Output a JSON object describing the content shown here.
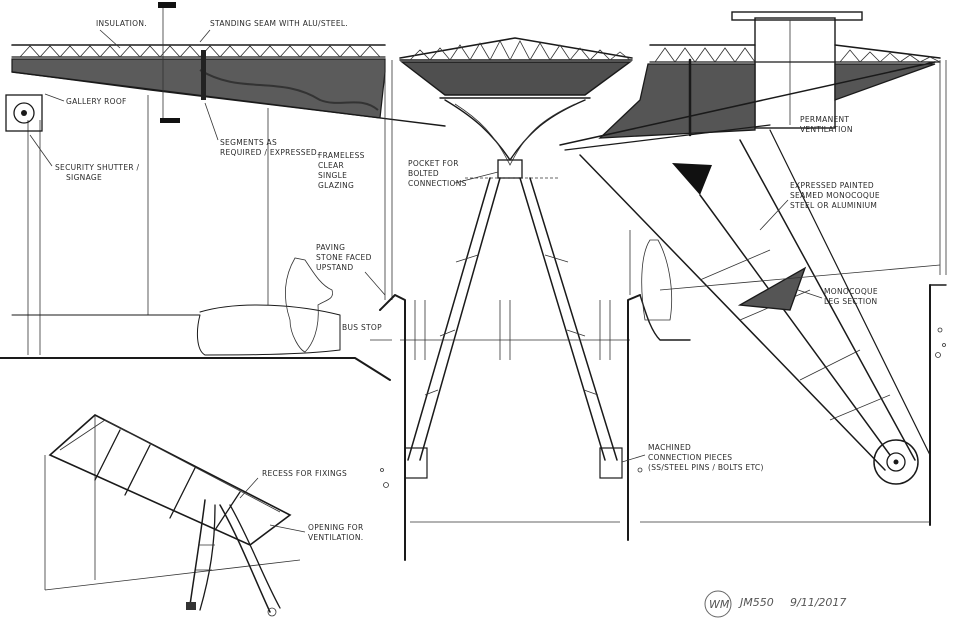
{
  "annotations": {
    "insulation": "INSULATION.",
    "standing_seam": "STANDING SEAM WITH ALU/STEEL.",
    "gallery_roof": "GALLERY ROOF",
    "security_shutter": "SECURITY SHUTTER / SIGNAGE",
    "segments": "SEGMENTS AS REQUIRED / EXPRESSED.",
    "frameless": "FRAMELESS CLEAR SINGLE GLAZING",
    "pocket_bolted": "POCKET FOR BOLTED CONNECTIONS",
    "permanent_ventilation": "PERMANENT VENTILATION",
    "expressed_painted": "EXPRESSED PAINTED SEAMED MONOCOQUE STEEL OR ALUMINIUM",
    "paving_stone": "PAVING STONE FACED UPSTAND",
    "bus_stop": "BUS STOP",
    "monocoque_leg": "MONOCOQUE LEG SECTION",
    "machined_connection": "MACHINED CONNECTION PIECES (SS/STEEL PINS / BOLTS ETC)",
    "recess_fixings": "RECESS FOR FIXINGS",
    "opening_ventilation": "OPENING FOR VENTILATION."
  },
  "signature": {
    "monogram": "WM",
    "code": "JM550",
    "date": "9/11/2017"
  }
}
